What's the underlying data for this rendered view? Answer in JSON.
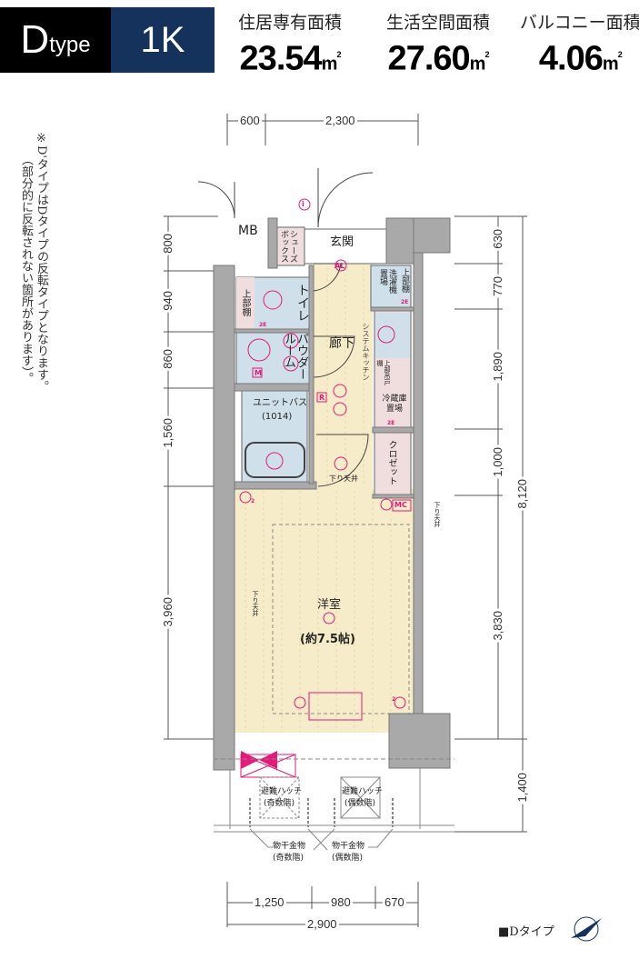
{
  "header": {
    "type_letter": "D",
    "type_suffix": "type",
    "layout": "1K",
    "areas": [
      {
        "label": "住居専有面積",
        "value": "23.54",
        "unit": "m",
        "sup": "2"
      },
      {
        "label": "生活空間面積",
        "value": "27.60",
        "unit": "m",
        "sup": "2"
      },
      {
        "label": "バルコニー面積",
        "value": "4.06",
        "unit": "m",
        "sup": "2"
      }
    ]
  },
  "note": {
    "mark": "※",
    "line1": "D'タイプはDタイプの反転タイプとなります。",
    "line2": "（部分的に反転されない箇所があります）。"
  },
  "dimensions": {
    "top": [
      "600",
      "2,300"
    ],
    "left": [
      "800",
      "940",
      "860",
      "1,560",
      "3,960"
    ],
    "right_inner": [
      "630",
      "770",
      "1,890",
      "1,000",
      "3,830"
    ],
    "right_outer": [
      "8,120",
      "1,400"
    ],
    "bottom": [
      "1,250",
      "980",
      "670"
    ],
    "bottom_total": "2,900"
  },
  "rooms": {
    "mb": "MB",
    "shoes_box": "シューズボックス",
    "entrance": "玄関",
    "upper_shelf": "上部棚",
    "toilet": "トイレ",
    "powder_room": "パウダールーム",
    "unit_bath": "ユニットバス",
    "unit_bath_size": "(1014)",
    "hallway": "廊下",
    "system_kitchen": "システムキッチン",
    "washer": "洗濯機置場",
    "upper_shelf_2": "上部棚",
    "upper_cabinet": "上部吊戸棚",
    "fridge": "冷蔵庫置場",
    "closet": "クロゼット",
    "lowered_ceiling": "下り天井",
    "western_room": "洋室",
    "western_room_size": "(約7.5帖)",
    "hatch_odd": "避難ハッチ",
    "hatch_odd_sub": "(奇数階)",
    "hatch_even": "避難ハッチ",
    "hatch_even_sub": "(偶数階)",
    "dryer_odd": "物干金物",
    "dryer_odd_sub": "(奇数階)",
    "dryer_even": "物干金物",
    "dryer_even_sub": "(偶数階)"
  },
  "markers": {
    "al": "AL",
    "r": "R",
    "m": "M",
    "mc": "MC",
    "i": "i",
    "e2": "2E",
    "two": "2"
  },
  "footer": {
    "legend": "■Dタイプ",
    "compass_icon": "north-arrow-icon"
  },
  "colors": {
    "header_black": "#000000",
    "header_navy": "#15325c",
    "wall": "#a9a9a9",
    "floor": "#f7ecc9",
    "wet": "#cfe0ea",
    "storage": "#f0dede",
    "equipment": "#e5197a"
  }
}
